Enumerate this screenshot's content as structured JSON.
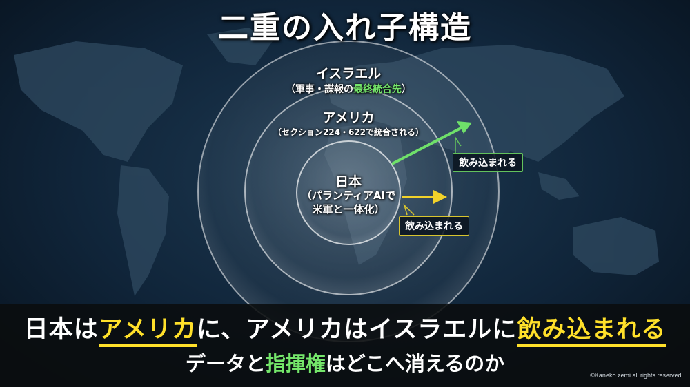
{
  "title": "二重の入れ子構造",
  "outer": {
    "name": "イスラエル",
    "sub_prefix": "（軍事・諜報の",
    "sub_highlight": "最終統合先",
    "sub_suffix": "）"
  },
  "middle": {
    "name": "アメリカ",
    "sub": "（セクション224・622で統合される）"
  },
  "inner": {
    "name": "日本",
    "line2": "（パランティアAIで",
    "line3": "米軍と一体化）"
  },
  "tag_upper": "飲み込まれる",
  "tag_lower": "飲み込まれる",
  "caption1": {
    "a": "日本は",
    "b": "アメリカ",
    "c": "に、アメリカはイスラエルに",
    "d": "飲み込まれる"
  },
  "caption2": {
    "a": "データと",
    "b": "指揮権",
    "c": "はどこへ消えるのか"
  },
  "copyright": "©Kaneko zemi all rights reserved.",
  "colors": {
    "green_accent": "#74e66a",
    "yellow_accent": "#ffe02a"
  }
}
